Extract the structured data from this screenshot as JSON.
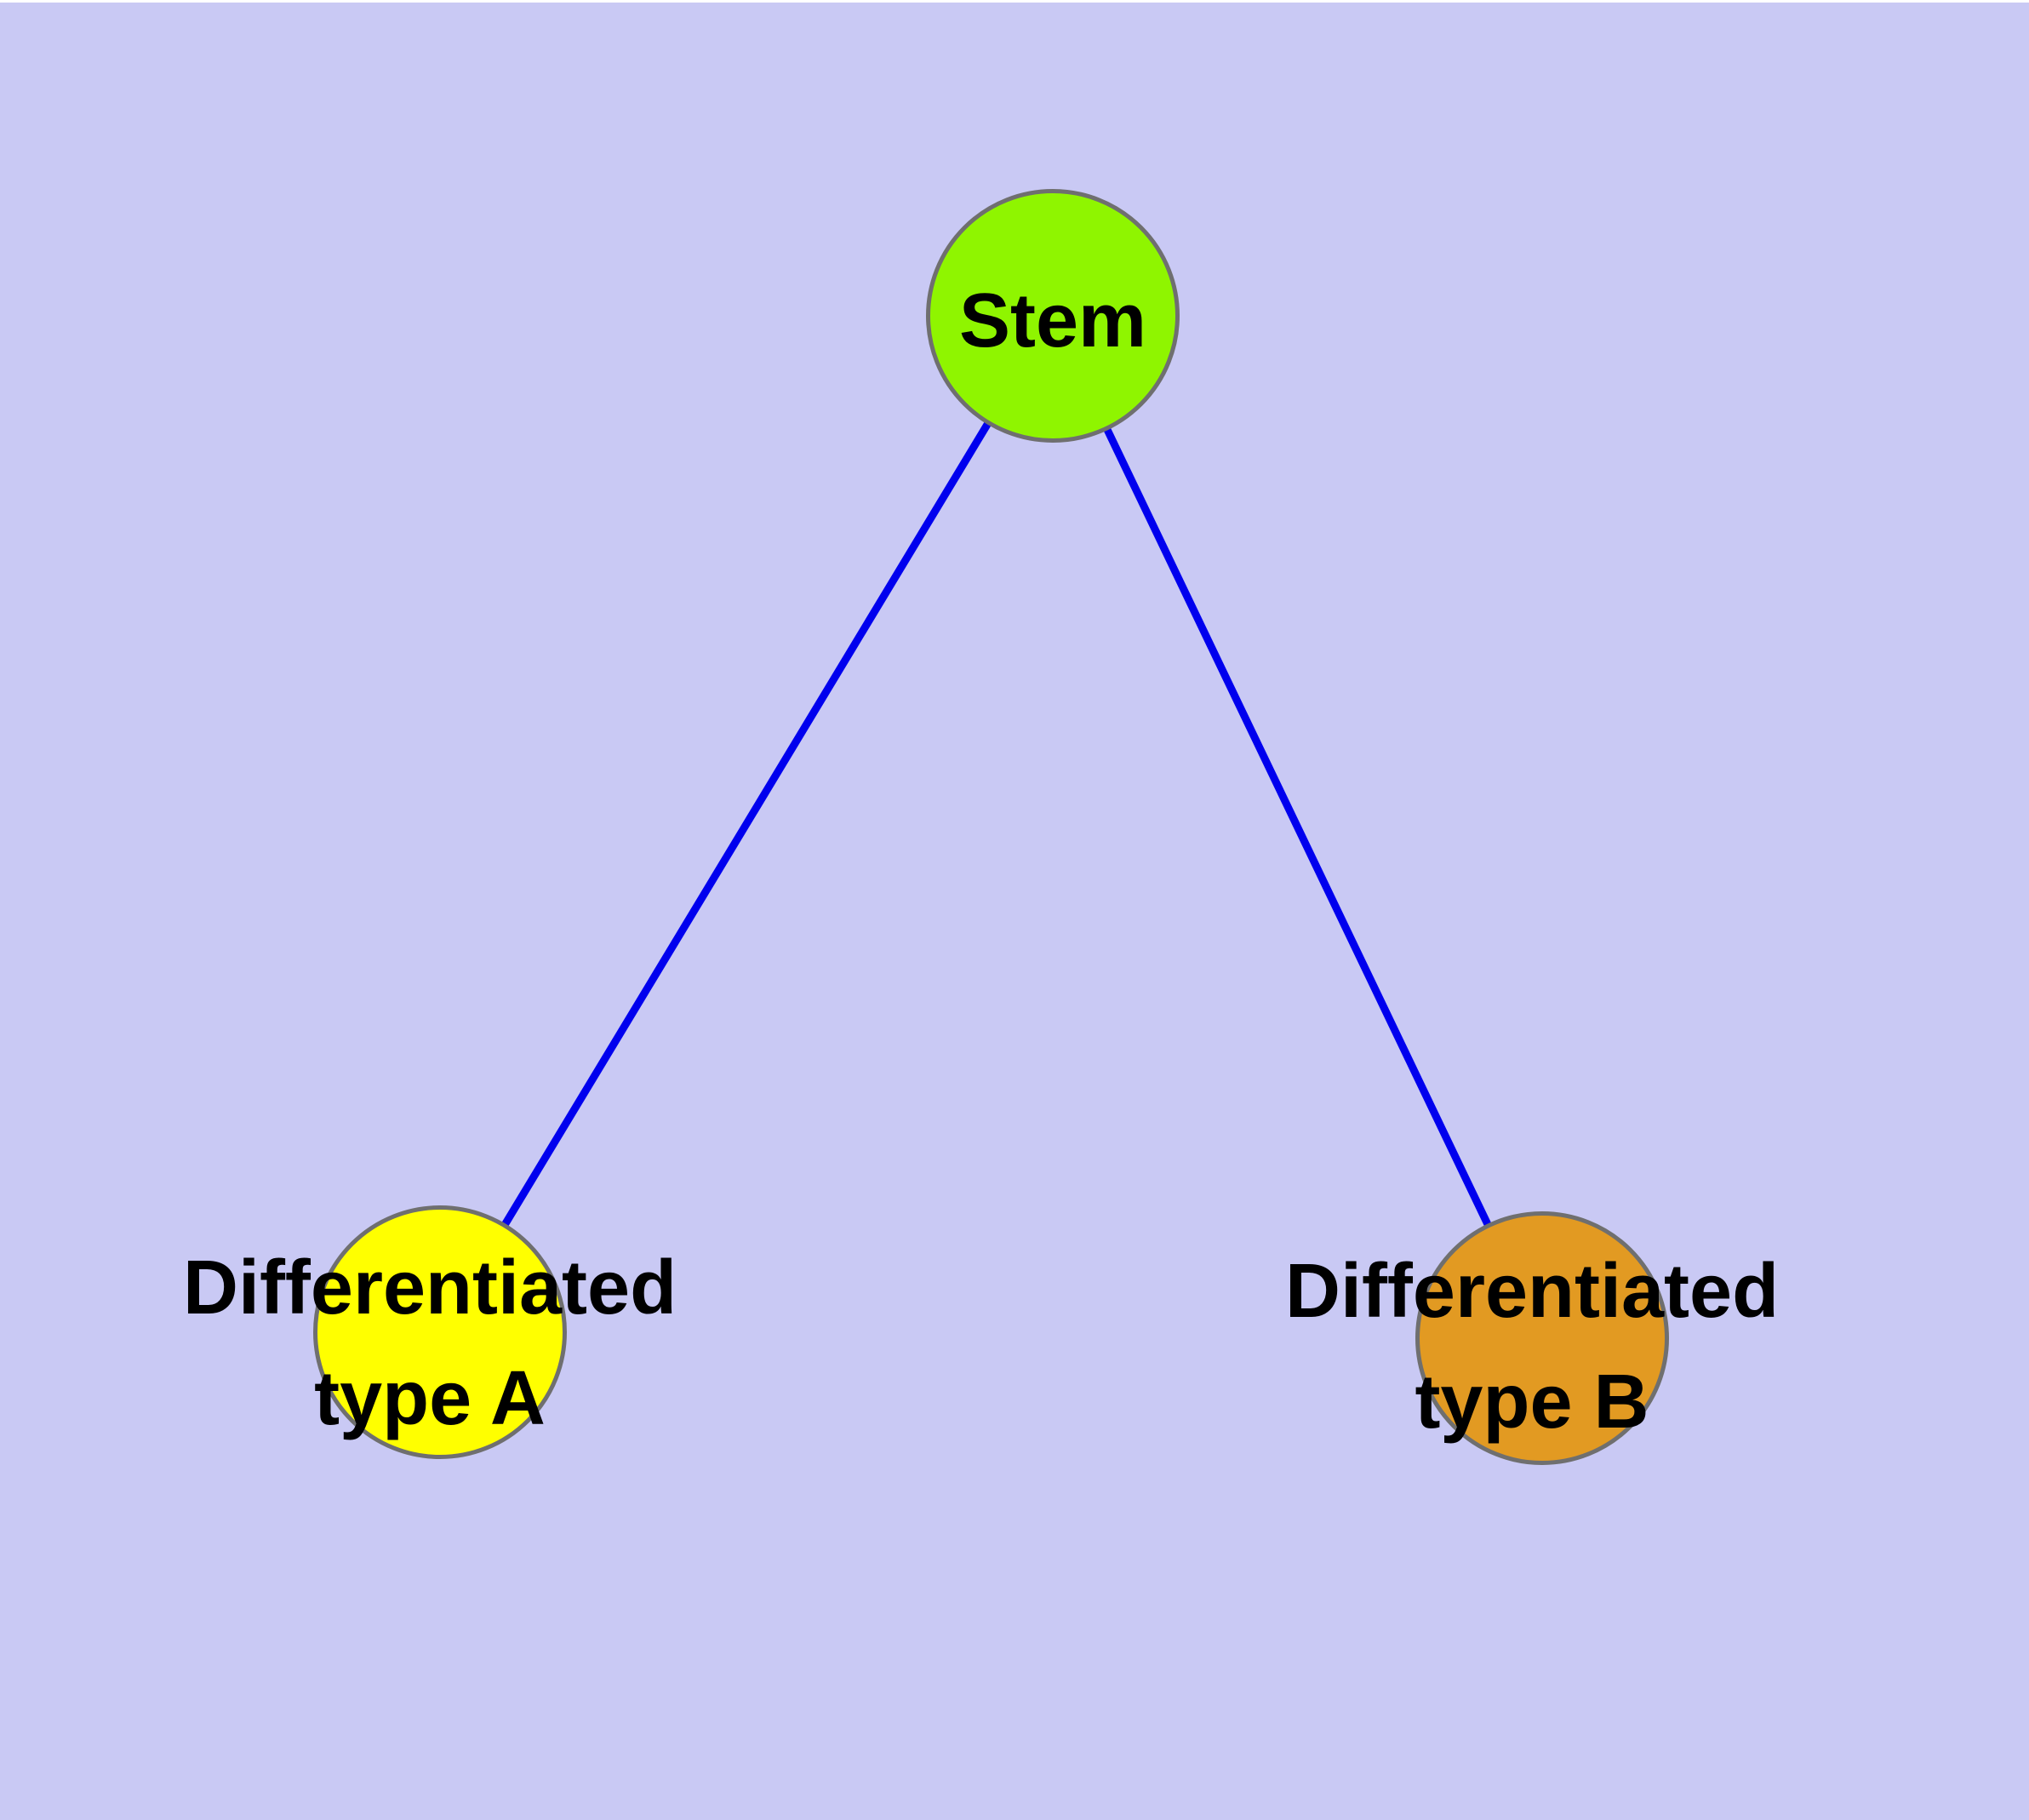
{
  "diagram": {
    "type": "node-link-tree",
    "background_color": "#C9C9F4",
    "top_strip_color": "#FFFFFF",
    "edge_color": "#0000EE",
    "node_border_color": "#6F6F6F",
    "label_color": "#000000",
    "nodes": [
      {
        "id": "stem",
        "label": "Stem",
        "fill": "#8FF500"
      },
      {
        "id": "differentiated-type-a",
        "label_line1": "Differentiated",
        "label_line2": "type A",
        "fill": "#FFFF00"
      },
      {
        "id": "differentiated-type-b",
        "label_line1": "Differentiated",
        "label_line2": "type B",
        "fill": "#E29A22"
      }
    ],
    "edges": [
      {
        "from": "stem",
        "to": "differentiated-type-a"
      },
      {
        "from": "stem",
        "to": "differentiated-type-b"
      }
    ]
  }
}
